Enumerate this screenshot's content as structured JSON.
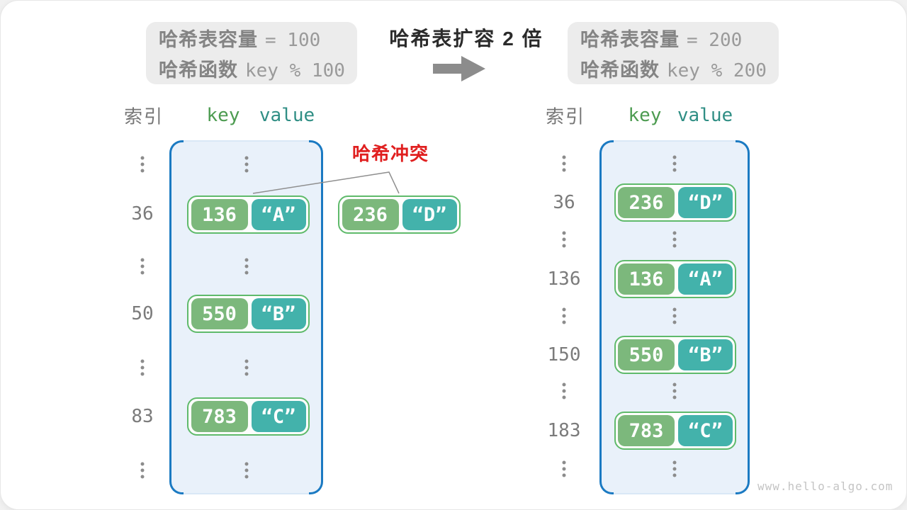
{
  "watermark": "www.hello-algo.com",
  "colors": {
    "key_green": "#7cb87c",
    "value_teal": "#43b2ab",
    "pair_border_green": "#5fba6b",
    "table_blue": "#1b7ac2",
    "table_fill": "#e9f1fa",
    "collision_red": "#e01f1f"
  },
  "top": {
    "before_box": {
      "cap_label": "哈希表容量",
      "cap_value": "= 100",
      "fn_label": "哈希函数",
      "fn_value": "key % 100"
    },
    "expand_title": "哈希表扩容 2 倍",
    "after_box": {
      "cap_label": "哈希表容量",
      "cap_value": "= 200",
      "fn_label": "哈希函数",
      "fn_value": "key % 200"
    }
  },
  "collision": {
    "label": "哈希冲突",
    "pair": {
      "key": "236",
      "value": "“D”"
    }
  },
  "left_table": {
    "headers": {
      "index": "索引",
      "key": "key",
      "value": "value"
    },
    "rows": [
      {
        "index": "36",
        "key": "136",
        "value": "“A”"
      },
      {
        "index": "50",
        "key": "550",
        "value": "“B”"
      },
      {
        "index": "83",
        "key": "783",
        "value": "“C”"
      }
    ]
  },
  "right_table": {
    "headers": {
      "index": "索引",
      "key": "key",
      "value": "value"
    },
    "rows": [
      {
        "index": "36",
        "key": "236",
        "value": "“D”"
      },
      {
        "index": "136",
        "key": "136",
        "value": "“A”"
      },
      {
        "index": "150",
        "key": "550",
        "value": "“B”"
      },
      {
        "index": "183",
        "key": "783",
        "value": "“C”"
      }
    ]
  }
}
